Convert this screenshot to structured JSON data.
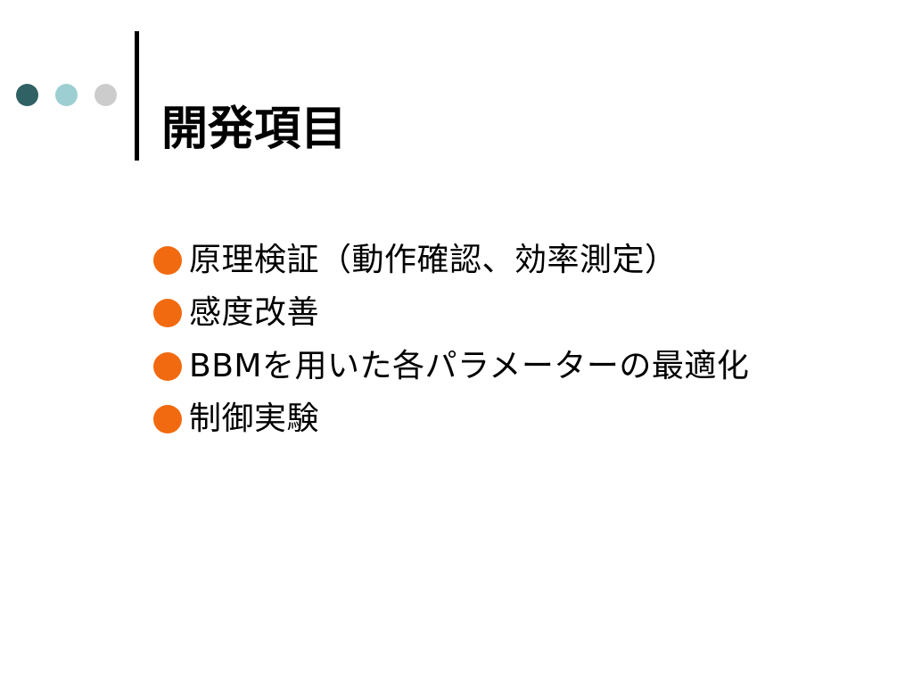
{
  "colors": {
    "dot_1": "#2f6165",
    "dot_2": "#9dcfd2",
    "dot_3": "#cccccc",
    "bullet": "#f26a0f",
    "text": "#000000",
    "background": "#ffffff"
  },
  "slide": {
    "title": "開発項目",
    "bullets": [
      {
        "text": "原理検証（動作確認、効率測定）"
      },
      {
        "text": "感度改善"
      },
      {
        "text": "BBMを用いた各パラメーターの最適化"
      },
      {
        "text": "制御実験"
      }
    ]
  }
}
